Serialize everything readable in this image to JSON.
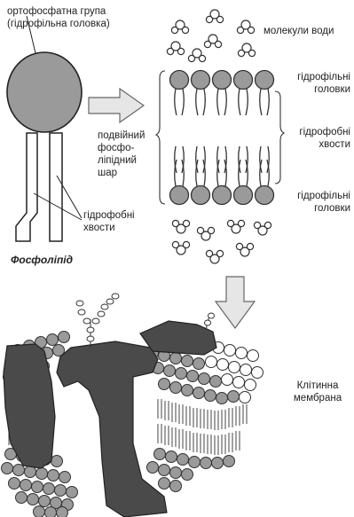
{
  "phospholipid": {
    "head_label_line1": "ортофосфатна група",
    "head_label_line2": "(гідрофільна головка)",
    "tails_label_line1": "гідрофобні",
    "tails_label_line2": "хвости",
    "caption": "Фосфоліпід"
  },
  "bilayer": {
    "water_label": "молекули води",
    "heads_top_line1": "гідрофільні",
    "heads_top_line2": "головки",
    "tails_line1": "гідрофобні",
    "tails_line2": "хвости",
    "heads_bottom_line1": "гідрофільні",
    "heads_bottom_line2": "головки",
    "bilayer_line1": "подвійний",
    "bilayer_line2": "фосфо-",
    "bilayer_line3": "ліпідний",
    "bilayer_line4": "шар"
  },
  "membrane": {
    "label_line1": "Клітинна",
    "label_line2": "мембрана"
  },
  "colors": {
    "head_fill": "#9a9a9a",
    "protein_fill": "#4a4a4a",
    "line": "#333333"
  }
}
